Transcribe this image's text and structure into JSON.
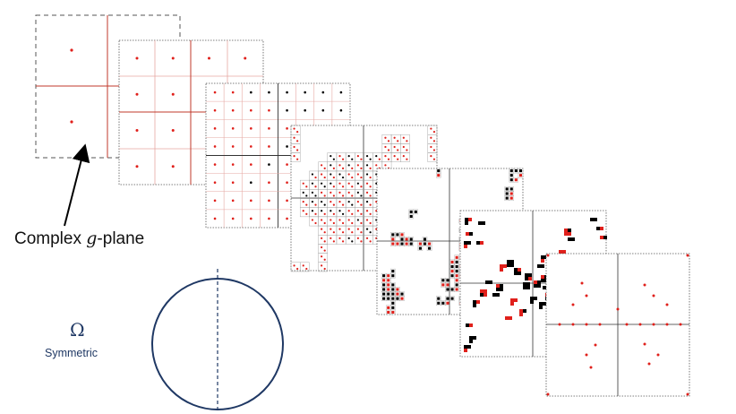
{
  "labels": {
    "plane_prefix": "Complex ",
    "plane_var": "g",
    "plane_suffix": "-plane",
    "omega": "Ω",
    "symmetric": "Symmetric"
  },
  "colors": {
    "frame": "#555555",
    "grid_line": "#c0392b",
    "point_red": "#e0201b",
    "point_black": "#000000",
    "circle": "#1f3864",
    "arrow": "#000000"
  },
  "panels": [
    {
      "id": "level-1",
      "subdivisions": 2
    },
    {
      "id": "level-2",
      "subdivisions": 4
    },
    {
      "id": "level-3",
      "subdivisions": 8
    },
    {
      "id": "level-4",
      "subdivisions": 16
    },
    {
      "id": "level-5",
      "subdivisions": 32
    },
    {
      "id": "level-6",
      "subdivisions": 64
    },
    {
      "id": "level-7",
      "subdivisions": 2
    }
  ]
}
